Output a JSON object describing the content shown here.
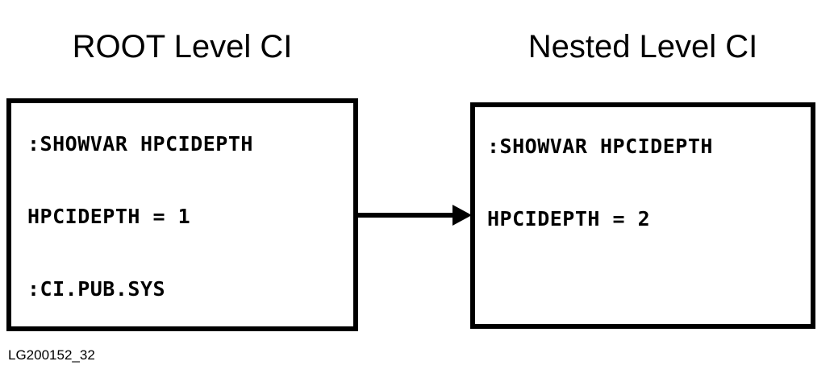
{
  "figure": {
    "caption": "LG200152_32",
    "background_color": "#ffffff",
    "ink_color": "#000000"
  },
  "columns": [
    {
      "heading": "ROOT Level CI",
      "box": {
        "lines": [
          ":SHOWVAR HPCIDEPTH",
          "HPCIDEPTH = 1",
          ":CI.PUB.SYS"
        ]
      }
    },
    {
      "heading": "Nested Level CI",
      "box": {
        "lines": [
          ":SHOWVAR HPCIDEPTH",
          "HPCIDEPTH = 2"
        ]
      }
    }
  ],
  "connector": {
    "name": "arrow-right",
    "from": "ROOT Level CI",
    "to": "Nested Level CI"
  }
}
